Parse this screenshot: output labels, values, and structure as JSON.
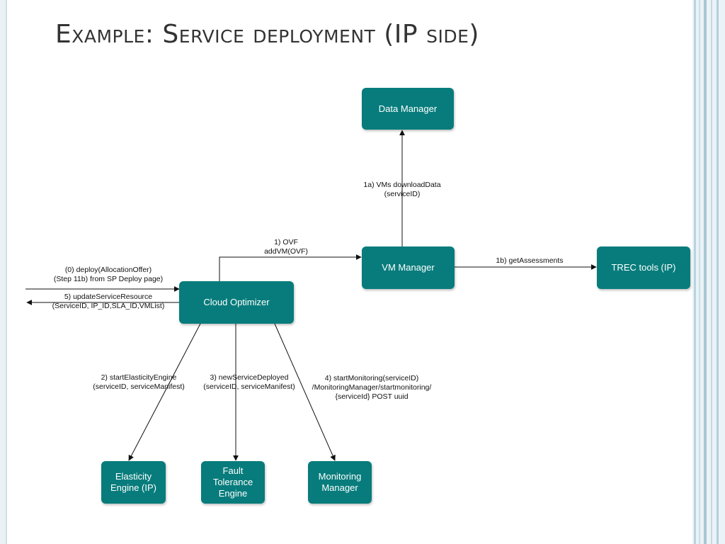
{
  "slide": {
    "title": "Example: Service deployment (IP side)"
  },
  "nodes": {
    "data_manager": "Data Manager",
    "vm_manager": "VM Manager",
    "trec_tools": "TREC tools (IP)",
    "cloud_optimizer": "Cloud Optimizer",
    "elasticity_engine": [
      "Elasticity",
      "Engine (IP)"
    ],
    "fault_tolerance": [
      "Fault",
      "Tolerance",
      "Engine"
    ],
    "monitoring_manager": [
      "Monitoring",
      "Manager"
    ]
  },
  "edges": {
    "step0": [
      "(0) deploy(AllocationOffer)",
      "(Step 11b) from SP Deploy page)"
    ],
    "step5": [
      "5) updateServiceResource",
      "(ServiceID, IP_ID,SLA_ID,VMList)"
    ],
    "step1": [
      "1) OVF",
      "addVM(OVF)"
    ],
    "step1a": [
      "1a) VMs downloadData",
      "(serviceID)"
    ],
    "step1b": "1b) getAssessments",
    "step2": [
      "2) startElasticityEngine",
      "(serviceID, serviceManifest)"
    ],
    "step3": [
      "3) newServiceDeployed",
      "(serviceID, serviceManifest)"
    ],
    "step4": [
      "4) startMonitoring(serviceID)",
      "/MonitoringManager/startmonitoring/",
      "{serviceId} POST uuid"
    ]
  },
  "colors": {
    "node_fill": "#087c7c",
    "frame": "#aac8d6"
  }
}
